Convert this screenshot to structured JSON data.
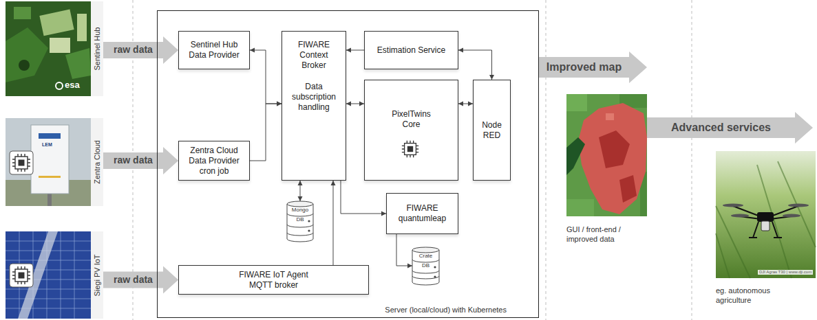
{
  "diagram": {
    "nodes": [
      {
        "text": [
          "Sentinel Hub"
        ]
      },
      {
        "text": [
          "Zentra Cloud"
        ]
      },
      {
        "text": [
          "Siegi PV IoT"
        ]
      },
      {
        "text": [
          "Server (local/cloud) with Kubernetes"
        ]
      },
      {
        "text": [
          "Sentinel Hub Data Provider"
        ],
        "in": 3
      },
      {
        "text": [
          "Zentra Cloud Data Provider cron job"
        ],
        "in": 3
      },
      {
        "text": [
          "FIWARE Context Broker",
          "Data subscription handling"
        ],
        "in": 3
      },
      {
        "text": [
          "Estimation Service"
        ],
        "in": 3
      },
      {
        "text": [
          "PixelTwins Core"
        ],
        "in": 3
      },
      {
        "text": [
          "Node RED"
        ],
        "in": 3
      },
      {
        "text": [
          "Mongo",
          "DB"
        ],
        "in": 3
      },
      {
        "text": [
          "FIWARE quantumleap"
        ],
        "in": 3
      },
      {
        "text": [
          "Crate",
          "DB"
        ],
        "in": 3
      },
      {
        "text": [
          "FIWARE IoT Agent MQTT broker"
        ],
        "in": 3
      },
      {
        "text": [
          "GUI / front-end / improved data"
        ]
      },
      {
        "text": [
          "eg. autonomous agriculture"
        ]
      }
    ],
    "edges": [
      {
        "from": 0,
        "to": 4,
        "arrow": "to",
        "label": "raw data"
      },
      {
        "from": 1,
        "to": 5,
        "arrow": "to",
        "label": "raw data"
      },
      {
        "from": 2,
        "to": 13,
        "arrow": "to",
        "label": "raw data"
      },
      {
        "from": 4,
        "to": 6,
        "arrow": "both"
      },
      {
        "from": 5,
        "to": 6,
        "arrow": "to"
      },
      {
        "from": 7,
        "to": 6,
        "arrow": "to"
      },
      {
        "from": 6,
        "to": 8,
        "arrow": "both"
      },
      {
        "from": 8,
        "to": 9,
        "arrow": "both"
      },
      {
        "from": 7,
        "to": 9,
        "arrow": "both"
      },
      {
        "from": 6,
        "to": 10,
        "arrow": "both"
      },
      {
        "from": 13,
        "to": 6,
        "arrow": "to"
      },
      {
        "from": 6,
        "to": 11,
        "arrow": "to"
      },
      {
        "from": 11,
        "to": 12,
        "arrow": "to"
      },
      {
        "from": 3,
        "to": 14,
        "arrow": "to",
        "label": "Improved map"
      },
      {
        "from": 14,
        "to": 15,
        "arrow": "to",
        "label": "Advanced services"
      }
    ],
    "labels": [
      "esa",
      "LEM",
      "DJI Agras T30 | www.dji.com"
    ]
  }
}
